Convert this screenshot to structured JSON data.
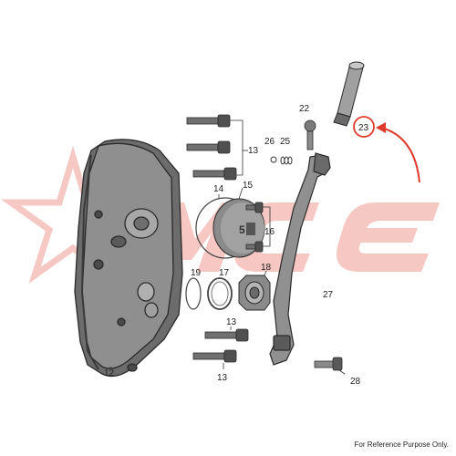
{
  "diagram": {
    "watermark": "MCE",
    "accent_color": "#e03a2a",
    "highlight_color": "#e03a2a",
    "highlighted_part": "23",
    "labels": {
      "p12": "12",
      "p13a": "13",
      "p13b": "13",
      "p13c": "13",
      "p14": "14",
      "p15": "15",
      "p16": "16",
      "p17": "17",
      "p18": "18",
      "p19": "19",
      "p22": "22",
      "p23": "23",
      "p25": "25",
      "p26": "26",
      "p27": "27",
      "p28": "28"
    }
  },
  "footer": {
    "text": "For Reference Purpose Only."
  }
}
